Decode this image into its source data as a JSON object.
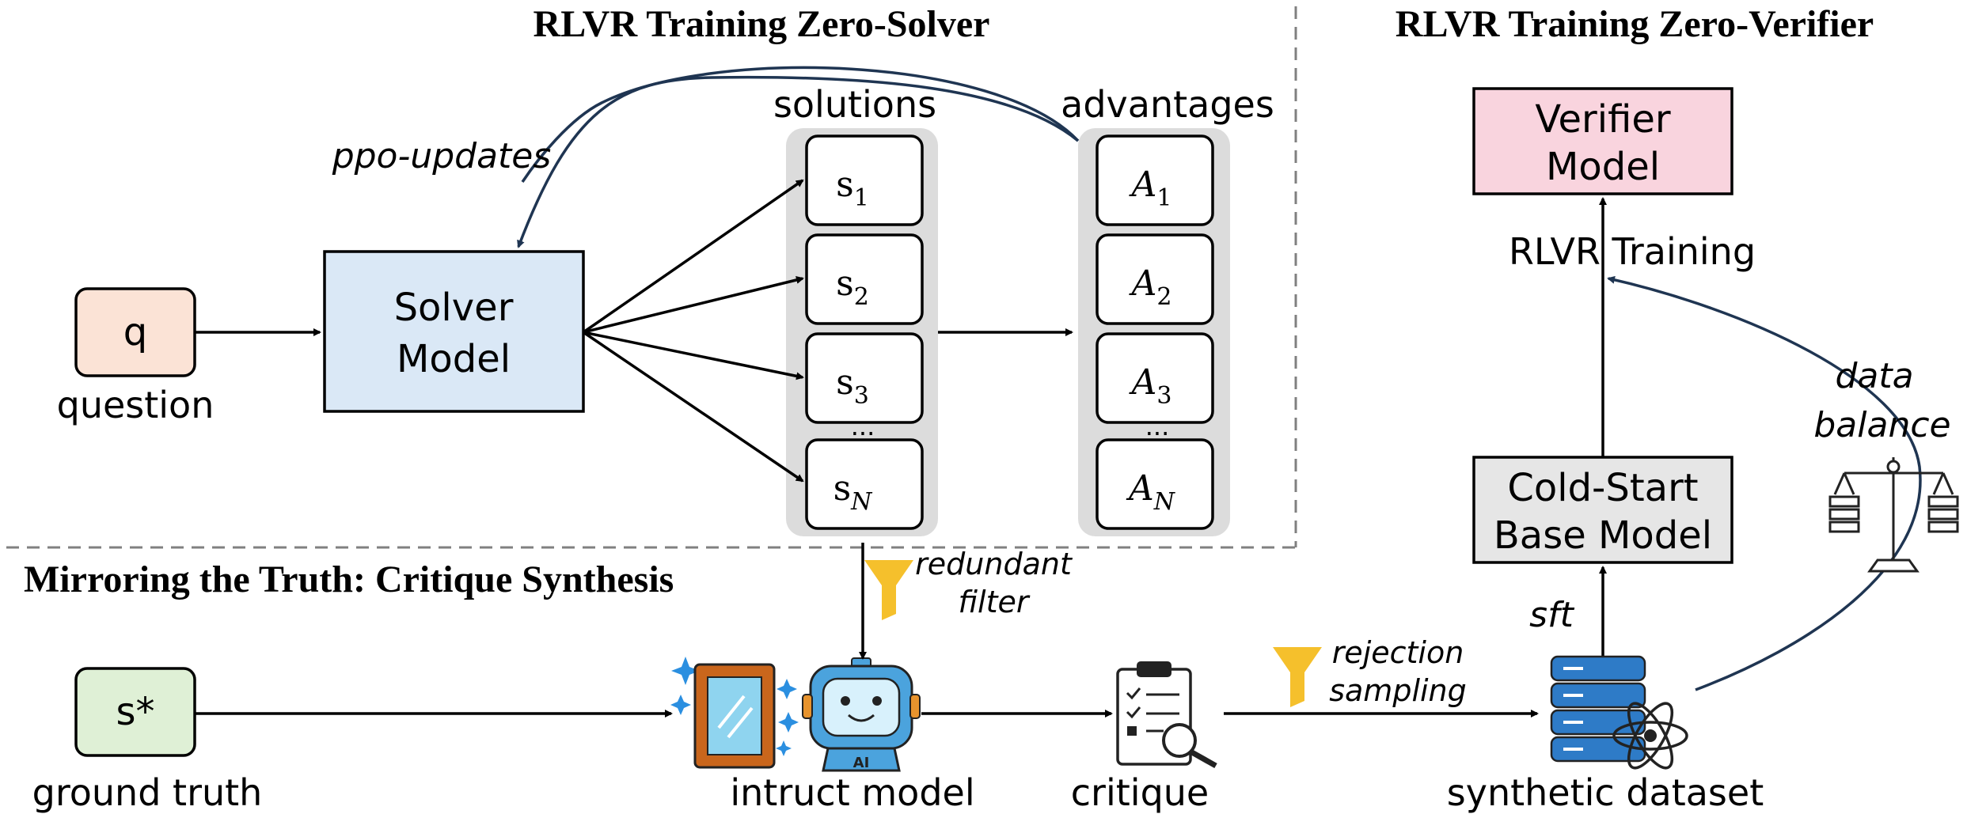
{
  "sections": {
    "solver_title": "RLVR Training Zero-Solver",
    "verifier_title": "RLVR Training Zero-Verifier",
    "synthesis_title": "Mirroring the Truth: Critique Synthesis"
  },
  "solver": {
    "question_node": "q",
    "question_label": "question",
    "model_line1": "Solver",
    "model_line2": "Model",
    "ppo_label": "ppo-updates",
    "solutions_header": "solutions",
    "advantages_header": "advantages",
    "solutions": [
      {
        "base": "s",
        "sub": "1"
      },
      {
        "base": "s",
        "sub": "2"
      },
      {
        "base": "s",
        "sub": "3"
      },
      {
        "base": "s",
        "sub": "N"
      }
    ],
    "advantages": [
      {
        "base": "A",
        "sub": "1"
      },
      {
        "base": "A",
        "sub": "2"
      },
      {
        "base": "A",
        "sub": "3"
      },
      {
        "base": "A",
        "sub": "N"
      }
    ],
    "ellipsis": "..."
  },
  "verifier": {
    "model_line1": "Verifier",
    "model_line2": "Model",
    "training_label": "RLVR Training",
    "base_line1": "Cold-Start",
    "base_line2": "Base Model",
    "sft_label": "sft",
    "balance_line1": "data",
    "balance_line2": "balance"
  },
  "synthesis": {
    "ground_truth_node": "s*",
    "ground_truth_label": "ground truth",
    "filter_line1": "redundant",
    "filter_line2": "filter",
    "model_label": "intruct model",
    "critique_label": "critique",
    "rejection_line1": "rejection",
    "rejection_line2": "sampling",
    "dataset_label": "synthetic dataset",
    "robot_badge": "AI"
  },
  "colors": {
    "question_fill": "#fbe3d6",
    "solver_fill": "#dae8f6",
    "verifier_fill": "#f9d4de",
    "base_fill": "#e6e6e6",
    "ground_truth_fill": "#dff0d6",
    "column_fill": "#dcdcdc",
    "funnel": "#f5c02c",
    "database": "#2e7bc7",
    "robot": "#4ba3dd",
    "mirror_frame": "#c9661c",
    "mirror_glass": "#8fd4ef"
  }
}
